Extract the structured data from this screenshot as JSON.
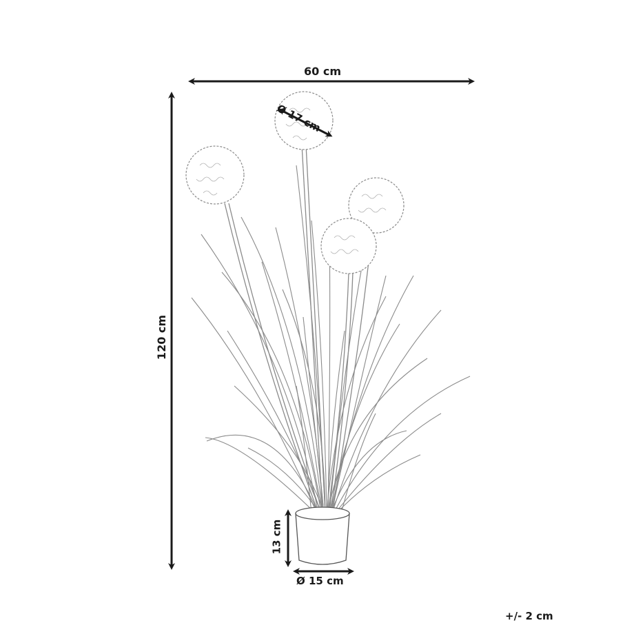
{
  "diagram": {
    "type": "product-dimension-drawing",
    "subject": "artificial potted plant with 4 spherical flower heads and grass leaves",
    "colors": {
      "line": "#1a1a1a",
      "plant_line": "#8a8a8a",
      "background": "#ffffff"
    },
    "dimensions": {
      "width": {
        "label": "60 cm",
        "value": 60,
        "unit": "cm"
      },
      "height": {
        "label": "120 cm",
        "value": 120,
        "unit": "cm"
      },
      "flower_diameter": {
        "label": "Ø 17 cm",
        "value": 17,
        "unit": "cm"
      },
      "pot_height": {
        "label": "13 cm",
        "value": 13,
        "unit": "cm"
      },
      "pot_diameter": {
        "label": "Ø 15 cm",
        "value": 15,
        "unit": "cm"
      }
    },
    "tolerance": {
      "label": "+/- 2 cm"
    }
  }
}
